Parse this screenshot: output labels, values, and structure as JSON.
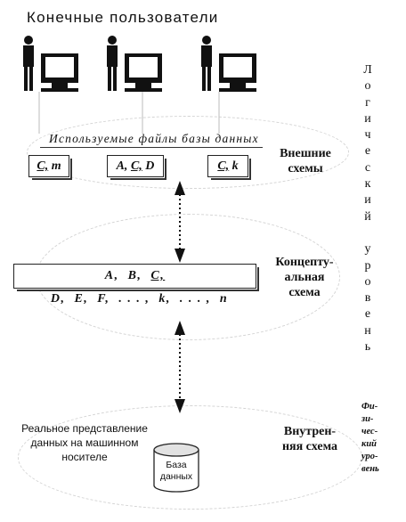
{
  "title": "Конечные пользователи",
  "files_label": "Используемые   файлы   базы   данных",
  "external": {
    "label": "Внешние\nсхемы",
    "schemas": [
      {
        "underlined": "C,",
        "rest": " m"
      },
      {
        "prefix": "A, ",
        "underlined": "C,",
        "rest": " D"
      },
      {
        "underlined": "C,",
        "rest": " k"
      }
    ]
  },
  "conceptual": {
    "label": "Концепту-\nальная\nсхема",
    "items_before": "A,  B,  ",
    "underlined": "C,",
    "items_after": "  D,  E,  F,  . . . ,  k,  . . . ,  n"
  },
  "internal": {
    "label": "Внутрен-\nняя схема",
    "description": "Реальное представление данных на машинном носителе",
    "db_label": "База данных"
  },
  "logical_level": [
    "Л",
    "о",
    "г",
    "и",
    "ч",
    "е",
    "с",
    "к",
    "и",
    "й",
    "",
    "у",
    "р",
    "о",
    "в",
    "е",
    "н",
    "ь"
  ],
  "physical_level": "Фи-\nзи-\nчес-\nкий\nуро-\nвень"
}
